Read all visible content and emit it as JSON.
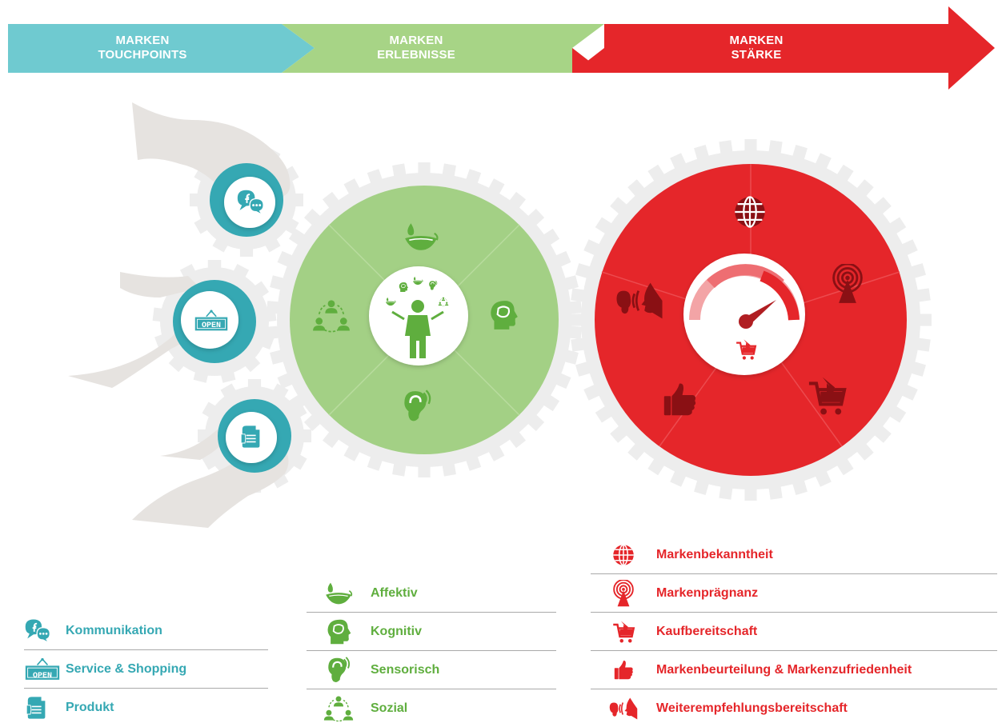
{
  "header": {
    "touchpoints": {
      "line1": "MARKEN",
      "line2": "TOUCHPOINTS",
      "color": "#6fcad0"
    },
    "erlebnisse": {
      "line1": "MARKEN",
      "line2": "ERLEBNISSE",
      "color": "#a7d486"
    },
    "staerke": {
      "line1": "MARKEN",
      "line2": "STÄRKE",
      "color": "#e5262a"
    }
  },
  "diagram": {
    "open_sign": "OPEN",
    "colors": {
      "teal": "#35a8b3",
      "green": "#7bbf5a",
      "green_fill": "#a3d085",
      "red": "#e5262a",
      "hand": "#e6e3e0",
      "gear": "#efefef"
    }
  },
  "legend": {
    "touchpoints": [
      {
        "icon": "facebook-chat-icon",
        "label": "Kommunikation"
      },
      {
        "icon": "open-sign-icon",
        "label": "Service & Shopping"
      },
      {
        "icon": "product-icon",
        "label": "Produkt"
      }
    ],
    "erlebnisse": [
      {
        "icon": "smile-icon",
        "label": "Affektiv"
      },
      {
        "icon": "head-icon",
        "label": "Kognitiv"
      },
      {
        "icon": "ear-icon",
        "label": "Sensorisch"
      },
      {
        "icon": "people-icon",
        "label": "Sozial"
      }
    ],
    "staerke": [
      {
        "icon": "globe-icon",
        "label": "Markenbekanntheit"
      },
      {
        "icon": "signal-tower-icon",
        "label": "Markenprägnanz"
      },
      {
        "icon": "cart-icon",
        "label": "Kaufbereitschaft"
      },
      {
        "icon": "thumbs-up-icon",
        "label": "Markenbeurteilung & Markenzufriedenheit"
      },
      {
        "icon": "speaking-ear-icon",
        "label": "Weiterempfehlungsbereitschaft"
      }
    ]
  }
}
